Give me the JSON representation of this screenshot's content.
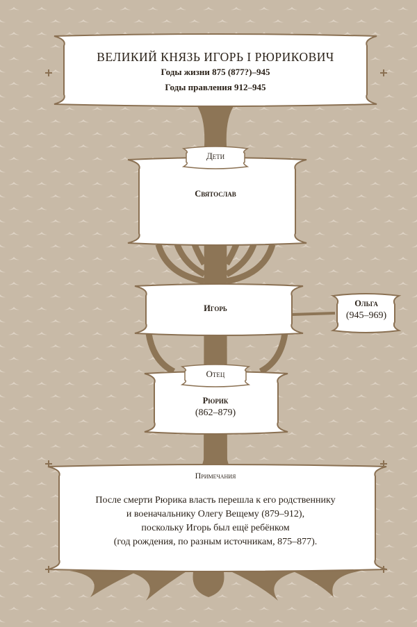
{
  "colors": {
    "background": "#c8baa7",
    "tree": "#8d7556",
    "card_fill": "#ffffff",
    "card_border": "#8a7052",
    "pattern": "#ddd2c4"
  },
  "header": {
    "title": "ВЕЛИКИЙ КНЯЗЬ ИГОРЬ I РЮРИКОВИЧ",
    "life_years": "Годы жизни 875 (877?)–945",
    "reign_years": "Годы правления 912–945"
  },
  "children": {
    "label": "Дети",
    "items": [
      "Святослав"
    ]
  },
  "subject": {
    "name": "Игорь"
  },
  "spouse": {
    "name": "Ольга",
    "years": "(945–969)"
  },
  "father": {
    "label": "Отец",
    "name": "Рюрик",
    "years": "(862–879)"
  },
  "notes": {
    "label": "Примечания",
    "lines": [
      "После смерти Рюрика власть перешла к его родственнику",
      "и военачальнику Олегу Вещему (879–912),",
      "поскольку Игорь был ещё ребёнком",
      "(год рождения, по разным источникам, 875–877)."
    ]
  }
}
